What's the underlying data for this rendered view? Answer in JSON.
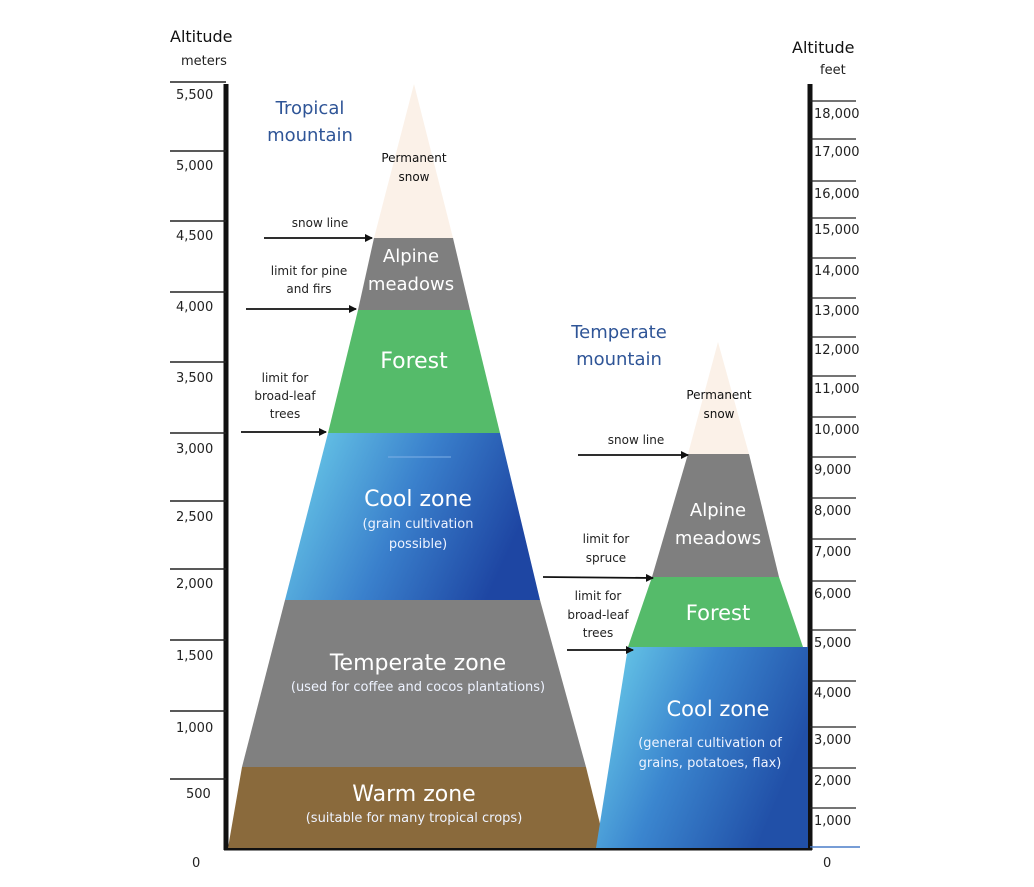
{
  "left_axis": {
    "title": "Altitude",
    "unit": "meters",
    "ticks": [
      "5,500",
      "5,000",
      "4,500",
      "4,000",
      "3,500",
      "3,000",
      "2,500",
      "2,000",
      "1,500",
      "1,000",
      "500",
      "0"
    ]
  },
  "right_axis": {
    "title": "Altitude",
    "unit": "feet",
    "ticks": [
      "18,000",
      "17,000",
      "16,000",
      "15,000",
      "14,000",
      "13,000",
      "12,000",
      "11,000",
      "10,000",
      "9,000",
      "8,000",
      "7,000",
      "6,000",
      "5,000",
      "4,000",
      "3,000",
      "2,000",
      "1,000",
      "0"
    ]
  },
  "tropical": {
    "title_line1": "Tropical",
    "title_line2": "mountain",
    "peak_line1": "Permanent",
    "peak_line2": "snow",
    "alpine_line1": "Alpine",
    "alpine_line2": "meadows",
    "forest": "Forest",
    "cool": "Cool zone",
    "cool_sub1": "(grain cultivation",
    "cool_sub2": "possible)",
    "temperate": "Temperate zone",
    "temperate_sub": "(used for coffee and cocos plantations)",
    "warm": "Warm zone",
    "warm_sub": "(suitable for many tropical crops)",
    "annotations": {
      "snow_line": "snow line",
      "pine_line1": "limit for pine",
      "pine_line2": "and firs",
      "broad_line1": "limit for",
      "broad_line2": "broad-leaf",
      "broad_line3": "trees"
    }
  },
  "temperate_mtn": {
    "title_line1": "Temperate",
    "title_line2": "mountain",
    "peak_line1": "Permanent",
    "peak_line2": "snow",
    "alpine_line1": "Alpine",
    "alpine_line2": "meadows",
    "forest": "Forest",
    "cool": "Cool zone",
    "cool_sub1": "(general cultivation of",
    "cool_sub2": "grains, potatoes, flax)",
    "annotations": {
      "snow_line": "snow line",
      "spruce_line1": "limit for",
      "spruce_line2": "spruce",
      "broad_line1": "limit for",
      "broad_line2": "broad-leaf",
      "broad_line3": "trees"
    }
  },
  "colors": {
    "snow": "#fbf1e8",
    "alpine": "#7f7f7f",
    "forest": "#55bb6a",
    "temperate": "#808080",
    "warm": "#8a6a3c",
    "cool_light": "#6fd3ec",
    "cool_dark": "#1e46a3"
  }
}
